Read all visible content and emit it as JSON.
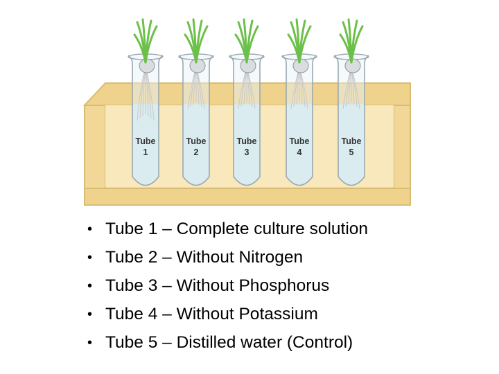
{
  "tubes": [
    {
      "label_line1": "Tube",
      "label_line2": "1"
    },
    {
      "label_line1": "Tube",
      "label_line2": "2"
    },
    {
      "label_line1": "Tube",
      "label_line2": "3"
    },
    {
      "label_line1": "Tube",
      "label_line2": "4"
    },
    {
      "label_line1": "Tube",
      "label_line2": "5"
    }
  ],
  "legend": {
    "bullet": "•",
    "items": [
      "Tube 1 – Complete culture solution",
      "Tube 2 – Without Nitrogen",
      "Tube 3 – Without Phosphorus",
      "Tube 4 – Without Potassium",
      "Tube 5 – Distilled water (Control)"
    ]
  },
  "colors": {
    "rack_wood": "#F5DFA4",
    "rack_edge": "#D9BC74",
    "solution": "#C9E7F1",
    "leaf": "#6CC04A",
    "root": "#C8C8C8"
  }
}
